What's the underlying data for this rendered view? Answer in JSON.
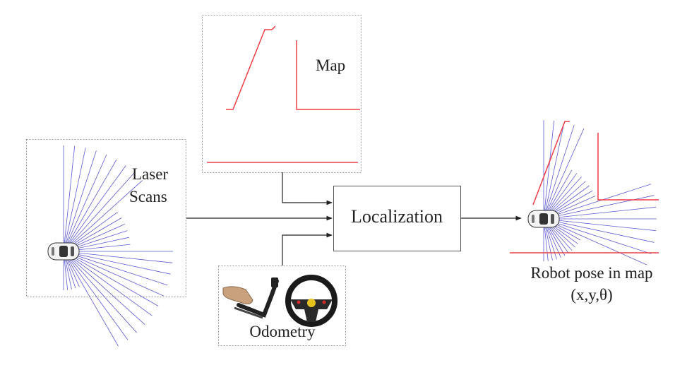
{
  "labels": {
    "map": "Map",
    "laser_line1": "Laser",
    "laser_line2": "Scans",
    "localization": "Localization",
    "odometry": "Odometry",
    "pose_line1": "Robot pose in map",
    "pose_line2": "(x,y,θ)"
  },
  "icons": [
    "car-icon",
    "foot-pedal-icon",
    "steering-wheel-icon"
  ],
  "colors": {
    "map_lines": "#f03c46",
    "laser_rays": "#5a5ad2",
    "box_border": "#555555",
    "dotted_border": "#999999",
    "arrow": "#222222"
  }
}
